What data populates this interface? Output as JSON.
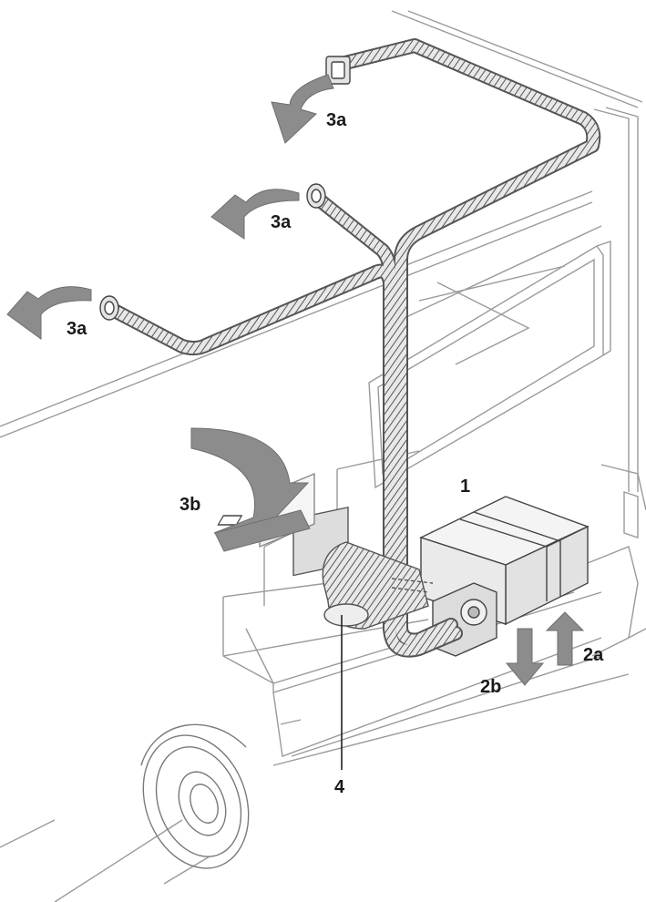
{
  "diagram": {
    "labels": {
      "unit": "1",
      "intake_arrow": "2a",
      "exhaust_arrow": "2b",
      "outlet_top": "3a",
      "outlet_middle": "3a",
      "outlet_left": "3a",
      "recirc_inlet": "3b",
      "intake_duct": "4"
    },
    "colors": {
      "line": "#555555",
      "arrow_fill": "#8c8c8c",
      "hose_fill": "#e6e6e6",
      "unit_fill": "#eeeeee"
    }
  }
}
